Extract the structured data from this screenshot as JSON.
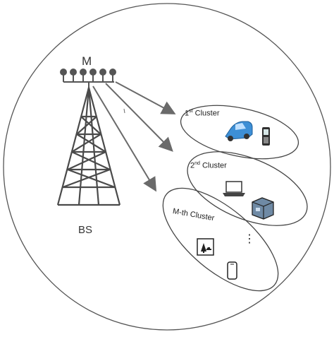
{
  "antenna_label": "M",
  "base_station_label": "BS",
  "clusters": [
    {
      "prefix": "1",
      "sup": "st",
      "suffix": " Cluster"
    },
    {
      "prefix": "2",
      "sup": "nd",
      "suffix": " Cluster"
    },
    {
      "prefix": "M-th Cluster",
      "sup": "",
      "suffix": ""
    }
  ],
  "ellipsis": "⋮",
  "icons": [
    "car-icon",
    "phone-icon",
    "laptop-icon",
    "server-icon",
    "tree-sign-icon",
    "smartphone-icon"
  ],
  "colors": {
    "line": "#555555",
    "arrow": "#6a6a6a",
    "tower": "#4a4a4a",
    "car": "#3d8fd6"
  }
}
